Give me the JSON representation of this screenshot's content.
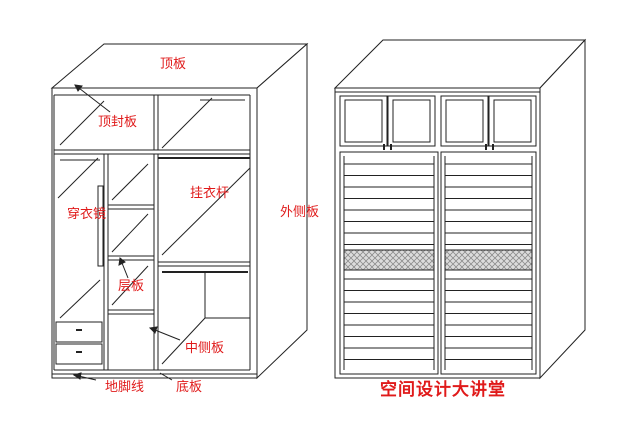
{
  "left_wardrobe": {
    "labels": {
      "top_panel": "顶板",
      "top_seal_panel": "顶封板",
      "hanging_rod": "挂衣杆",
      "outer_side_panel": "外侧板",
      "dressing_mirror": "穿衣镜",
      "shelf": "层板",
      "middle_side_panel": "中侧板",
      "bottom_panel": "底板",
      "kick_board": "地脚线"
    }
  },
  "brand_text": "空间设计大讲堂"
}
